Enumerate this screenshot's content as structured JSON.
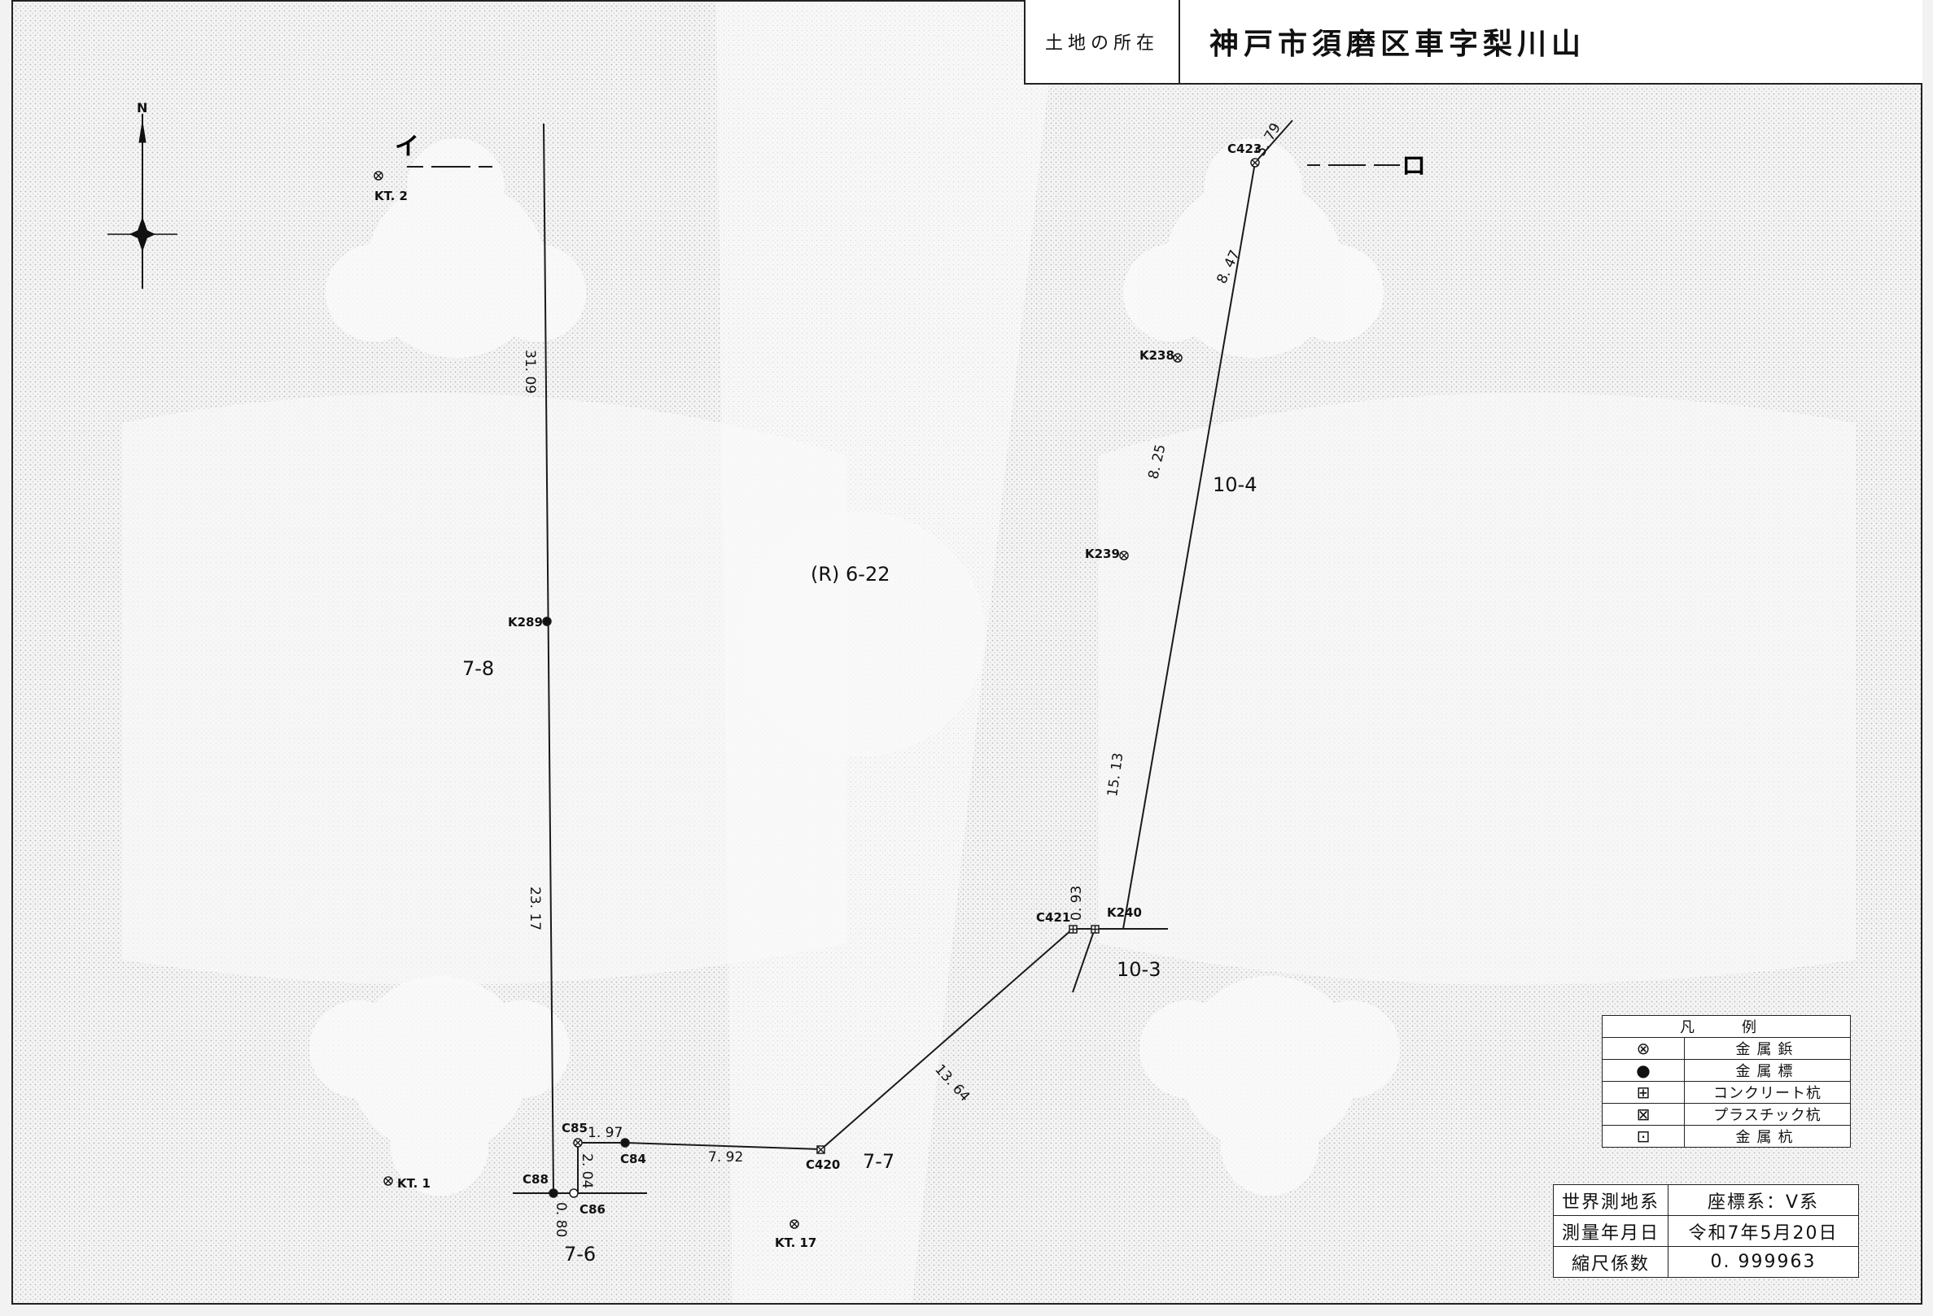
{
  "header": {
    "location_label": "土地の所在",
    "location_value": "神戸市須磨区車字梨川山"
  },
  "north_label": "N",
  "section_marks": {
    "left": "イ",
    "right": "ロ"
  },
  "parcels": {
    "road": "(R) 6-22",
    "p7_8": "7-8",
    "p7_7": "7-7",
    "p7_6": "7-6",
    "p10_4": "10-4",
    "p10_3": "10-3"
  },
  "points": {
    "C423": "C423",
    "K238": "K238",
    "K239": "K239",
    "K240": "K240",
    "C421": "C421",
    "C420": "C420",
    "C84": "C84",
    "C85": "C85",
    "C86": "C86",
    "C88": "C88",
    "K289": "K289",
    "KT2": "KT. 2",
    "KT1": "KT. 1",
    "KT17": "KT. 17"
  },
  "distances": {
    "d1": "31. 09",
    "d2": "23. 17",
    "d3": "1. 97",
    "d4": "2. 04",
    "d5": "0. 80",
    "d6": "7. 92",
    "d7": "13. 64",
    "d8": "0. 93",
    "d9": "15. 13",
    "d10": "8. 25",
    "d11": "8. 47",
    "d12": "5. 79"
  },
  "legend": {
    "title": "凡　例",
    "items": [
      {
        "icon": "circle-cross-icon",
        "symbol": "⊗",
        "label": "金属鋲"
      },
      {
        "icon": "filled-circle-icon",
        "symbol": "●",
        "label": "金属標"
      },
      {
        "icon": "square-plus-icon",
        "symbol": "⊞",
        "label": "コンクリート杭"
      },
      {
        "icon": "square-x-icon",
        "symbol": "⊠",
        "label": "プラスチック杭"
      },
      {
        "icon": "square-dot-icon",
        "symbol": "⊡",
        "label": "金属杭"
      }
    ]
  },
  "info": {
    "system_label": "世界測地系",
    "system_value": "座標系：Ⅴ系",
    "date_label": "測量年月日",
    "date_value": "令和7年5月20日",
    "scale_label": "縮尺係数",
    "scale_value": "0. 999963"
  },
  "colors": {
    "line": "#1a1a1a",
    "paper": "#f2f2f2",
    "pattern": "#d9d9d9"
  }
}
